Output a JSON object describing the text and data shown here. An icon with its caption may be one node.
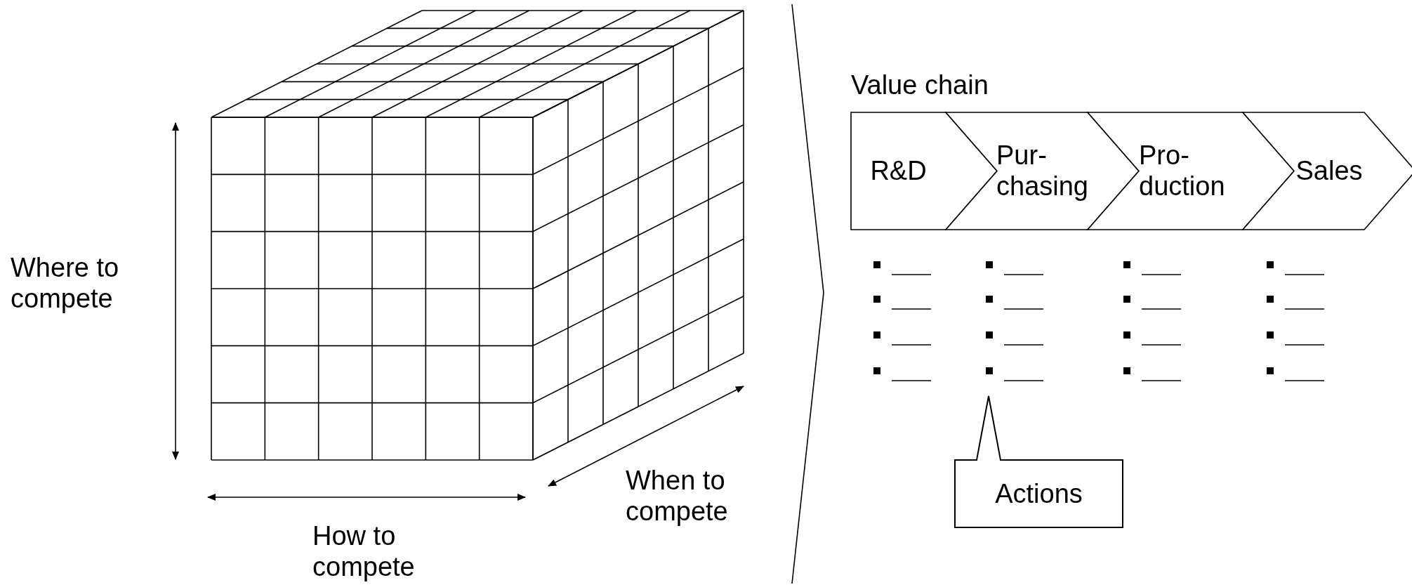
{
  "diagram": {
    "nodes": [
      {
        "text": [
          "R&D"
        ]
      },
      {
        "text": [
          "Pur- chasing"
        ]
      },
      {
        "text": [
          "Pro- duction"
        ]
      },
      {
        "text": [
          "Sales"
        ]
      },
      {
        "text": [
          "Actions"
        ]
      }
    ],
    "labels": [
      "Value chain",
      "Where to compete",
      "When to compete",
      "How to compete"
    ]
  }
}
